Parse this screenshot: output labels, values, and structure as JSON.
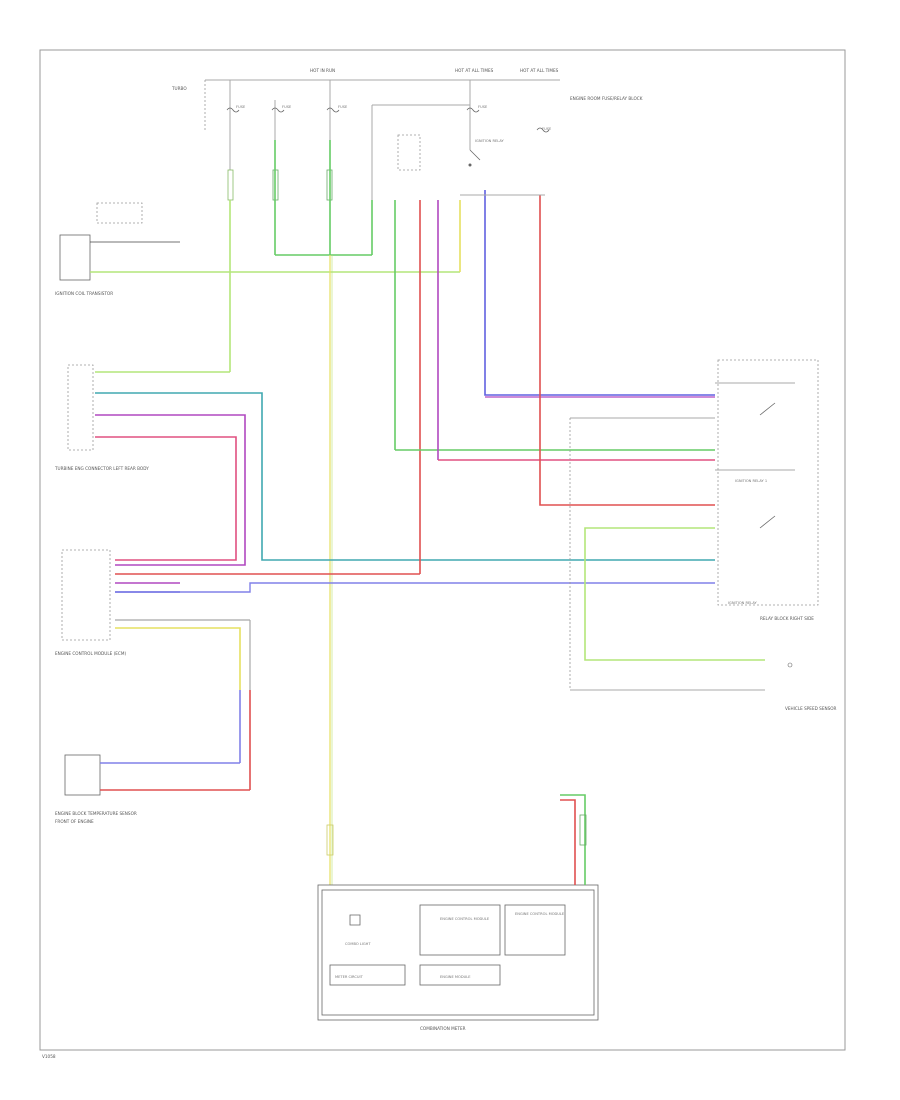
{
  "colors": {
    "yellow": "#e6e060",
    "green": "#66cc66",
    "light_green": "#b4e67a",
    "lime": "#a0d84a",
    "blue": "#6060e0",
    "violet": "#b048c0",
    "red": "#e05050",
    "light_red": "#f07070",
    "teal": "#40a8b0",
    "grey": "#a8a8a8",
    "frame": "#9a9a9a"
  },
  "labels": {
    "top_left_a": "TURBO",
    "top_hot_in_run": "HOT IN RUN",
    "top_hot_at_all": "HOT AT ALL TIMES",
    "top_right_fuse": "ENGINE ROOM FUSE/RELAY BLOCK",
    "fuse_1": "FUSE",
    "fuse_2": "FUSE",
    "fuse_3": "FUSE",
    "fuse_4": "FUSE",
    "fuse_5": "FUSE",
    "ignition_relay": "IGNITION RELAY",
    "ign_sensor": "IGNITION COIL TRANSISTOR",
    "turbo_conn": "TURBINE ENG CONNECTOR LEFT REAR BODY",
    "relay_1": "IGNITION RELAY 1",
    "relay_2": "IGNITION RELAY",
    "relay_block": "RELAY BLOCK RIGHT SIDE",
    "engine_control": "ENGINE CONTROL MODULE (ECM)",
    "sensor_right": "VEHICLE SPEED SENSOR",
    "left_bottom": "ENGINE BLOCK TEMPERATURE SENSOR",
    "left_bottom_2": "FRONT OF ENGINE",
    "combo_meter": "COMBINATION METER",
    "combo_a": "COMBO LIGHT",
    "combo_b": "ENGINE CONTROL MODULE",
    "combo_c": "ENGINE CONTROL MODULE",
    "combo_d": "METER CIRCUIT",
    "combo_e": "ENGINE MODULE",
    "bottom_code": "V1058"
  }
}
